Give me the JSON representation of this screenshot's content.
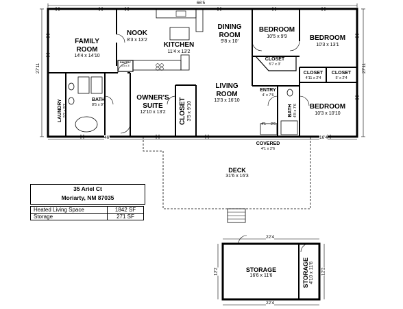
{
  "overall": {
    "width": "66'5",
    "depth_left": "27'11",
    "depth_right": "27'11",
    "front_left": "46'",
    "front_right": "16'4"
  },
  "rooms": {
    "family": {
      "name": "FAMILY\nROOM",
      "size": "14'4 x 14'10"
    },
    "nook": {
      "name": "NOOK",
      "size": "8'3 x 13'2"
    },
    "kitchen": {
      "name": "KITCHEN",
      "size": "11'4 x 13'2"
    },
    "dining": {
      "name": "DINING\nROOM",
      "size": "9'8 x 10'"
    },
    "bedroom1": {
      "name": "BEDROOM",
      "size": "10'5 x 9'9"
    },
    "bedroom2": {
      "name": "BEDROOM",
      "size": "10'3 x 13'1"
    },
    "closet_bed1": {
      "name": "CLOSET",
      "size": "5'7 x 3'"
    },
    "closet_a": {
      "name": "CLOSET",
      "size": "4'11 x 2'4"
    },
    "closet_b": {
      "name": "CLOSET",
      "size": "5' x 2'4"
    },
    "bedroom3": {
      "name": "BEDROOM",
      "size": "10'3 x 10'10"
    },
    "entry": {
      "name": "ENTRY",
      "size": "4' x 7'6"
    },
    "living": {
      "name": "LIVING\nROOM",
      "size": "13'3 x 16'10"
    },
    "owners": {
      "name": "OWNER'S\nSUITE",
      "size": "12'10 x 13'2"
    },
    "closet_owner": {
      "name": "CLOSET",
      "size": "3'5 x 9'10"
    },
    "bath1": {
      "name": "BATH",
      "size": "8'5 x 9'7"
    },
    "bath2": {
      "name": "BATH",
      "size": "4'8 x 7'6"
    },
    "laundry": {
      "name": "LAUNDRY",
      "size": "5'2 x 9'7"
    },
    "pantry": {
      "name": "PANTRY",
      "size": "3'3 x 3'"
    },
    "covered": {
      "name": "COVERED",
      "size": "4'1 x 2'6"
    },
    "covered_side": "4'1",
    "covered_side2": "2'6",
    "deck": {
      "name": "DECK",
      "size": "31'6 x 16'3"
    }
  },
  "storage_building": {
    "top": "22'4",
    "bottom": "22'4",
    "left": "12'2",
    "right": "12'2",
    "storage": {
      "name": "STORAGE",
      "size": "16'6 x 11'6"
    },
    "storage_small": {
      "name": "STORAGE",
      "size": "4'10 x 11'6"
    }
  },
  "address": {
    "line1": "35 Ariel Ct",
    "line2": "Moriarty, NM 87035"
  },
  "square_footage": [
    {
      "label": "Heated Living Space",
      "value": "1842 SF"
    },
    {
      "label": "Storage",
      "value": "271 SF"
    }
  ]
}
